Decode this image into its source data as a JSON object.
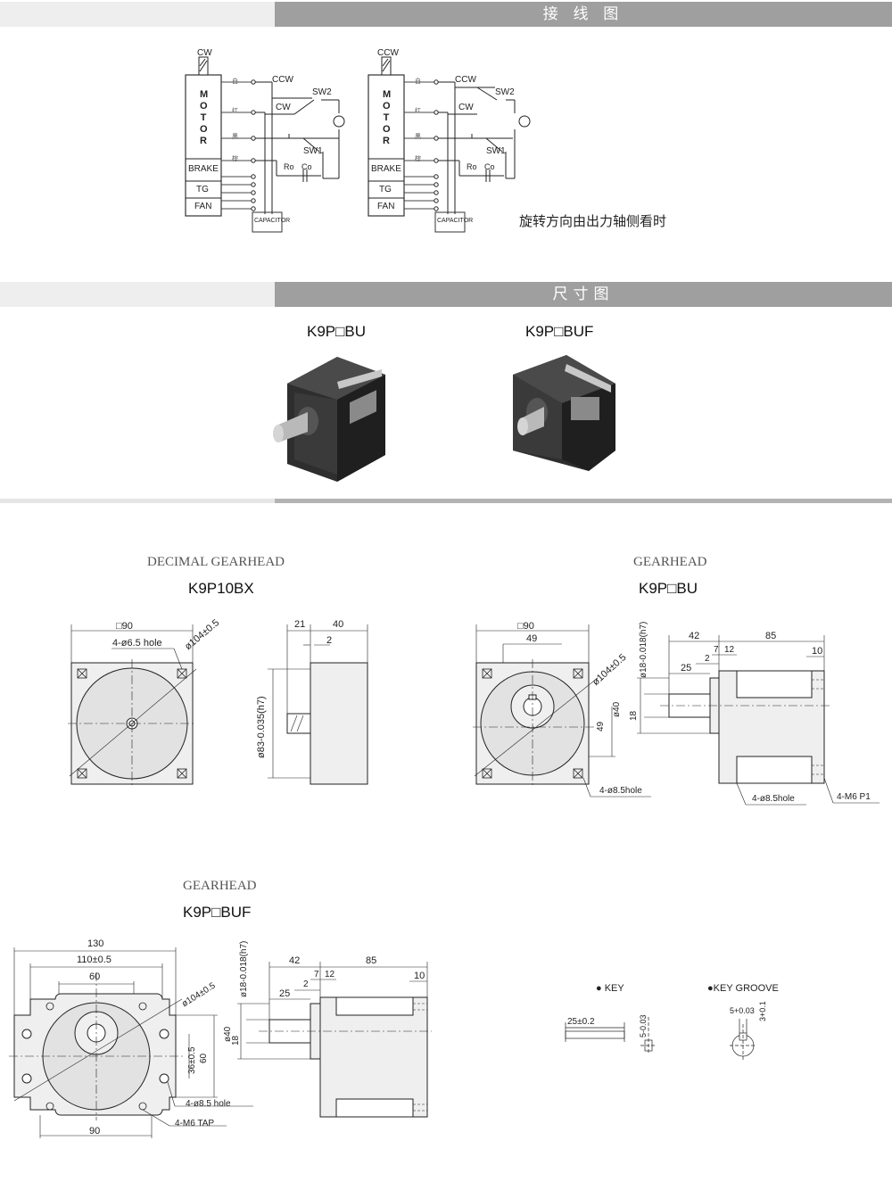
{
  "sections": {
    "wiring_title": "接 线 图",
    "dimension_title": "尺寸图"
  },
  "wiring": {
    "cw": "CW",
    "ccw": "CCW",
    "sw1": "SW1",
    "sw2": "SW2",
    "ro": "Ro",
    "co": "Co",
    "motor_letters": [
      "M",
      "O",
      "T",
      "O",
      "R"
    ],
    "brake": "BRAKE",
    "tg": "TG",
    "fan": "FAN",
    "capacitor": "CAPACITOR",
    "wire_colors": [
      "白",
      "红",
      "黑",
      "棕"
    ],
    "note": "旋转方向由出力轴侧看时"
  },
  "products": {
    "left": "K9P□BU",
    "right": "K9P□BUF"
  },
  "drawings": {
    "d1": {
      "type_label": "DECIMAL GEARHEAD",
      "model": "K9P10BX",
      "dims": {
        "sq": "□90",
        "hole": "4-ø6.5 hole",
        "pcd": "ø104±0.5",
        "d21": "21",
        "d40": "40",
        "d2": "2",
        "d83": "ø83-0.035(h7)"
      }
    },
    "d2": {
      "type_label": "GEARHEAD",
      "model": "K9P□BU",
      "dims": {
        "sq": "□90",
        "d49": "49",
        "pcd": "ø104±0.5",
        "shaft": "ø18-0.018(h7)",
        "d42": "42",
        "d85": "85",
        "d7": "7",
        "d12": "12",
        "d2": "2",
        "d25": "25",
        "d10": "10",
        "d40": "ø40",
        "d18": "18",
        "d49v": "49",
        "hole1": "4-ø8.5hole",
        "hole2": "4-ø8.5hole",
        "tap": "4-M6 P1"
      }
    },
    "d3": {
      "type_label": "GEARHEAD",
      "model": "K9P□BUF",
      "dims": {
        "d130": "130",
        "d110": "110±0.5",
        "d60": "60",
        "pcd": "ø104±0.5",
        "shaft": "ø18-0.018(h7)",
        "d42": "42",
        "d85": "85",
        "d7": "7",
        "d12": "12",
        "d2": "2",
        "d25": "25",
        "d10": "10",
        "d40": "ø40",
        "d18": "18",
        "d36": "36±0.5",
        "d60v": "60",
        "hole": "4-ø8.5 hole",
        "tap": "4-M6 TAP",
        "d90": "90"
      }
    },
    "key": {
      "key_label": "● KEY",
      "groove_label": "●KEY GROOVE",
      "key_len": "25±0.2",
      "key_w": "5-0.03",
      "groove_w": "5+0.03",
      "groove_d": "3+0.1"
    }
  }
}
